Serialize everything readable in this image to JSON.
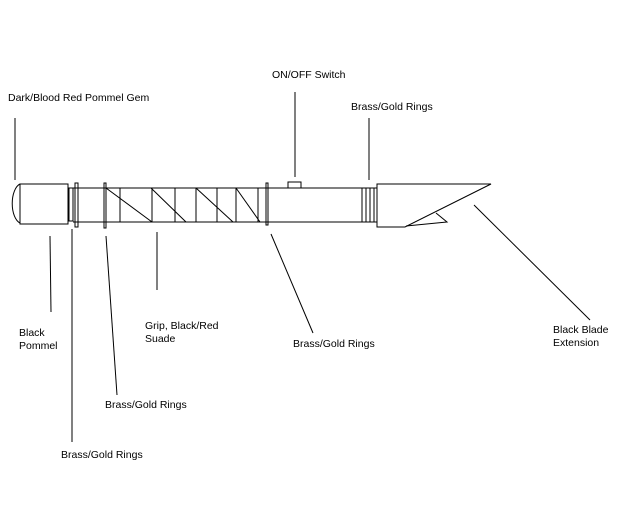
{
  "labels": {
    "pommel_gem": "Dark/Blood Red Pommel Gem",
    "switch": "ON/OFF Switch",
    "rings_top": "Brass/Gold Rings",
    "pommel_line1": "Black",
    "pommel_line2": "Pommel",
    "grip_line1": "Grip, Black/Red",
    "grip_line2": "Suade",
    "rings_mid": "Brass/Gold Rings",
    "blade_line1": "Black Blade",
    "blade_line2": "Extension",
    "rings_grip": "Brass/Gold Rings",
    "rings_bottom": "Brass/Gold Rings"
  }
}
